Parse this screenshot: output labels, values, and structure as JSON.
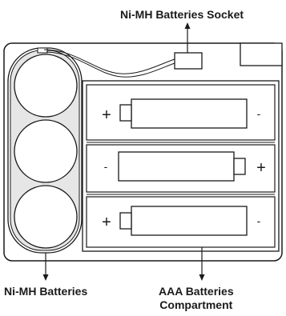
{
  "labels": {
    "socket": "Ni-MH Batteries Socket",
    "nimh": "Ni-MH Batteries",
    "aaa_line1": "AAA Batteries",
    "aaa_line2": "Compartment"
  },
  "symbols": {
    "plus": "+",
    "minus": "-"
  },
  "colors": {
    "stroke": "#1a1a1a",
    "pack_fill": "#e6e6e6",
    "background": "#ffffff"
  }
}
